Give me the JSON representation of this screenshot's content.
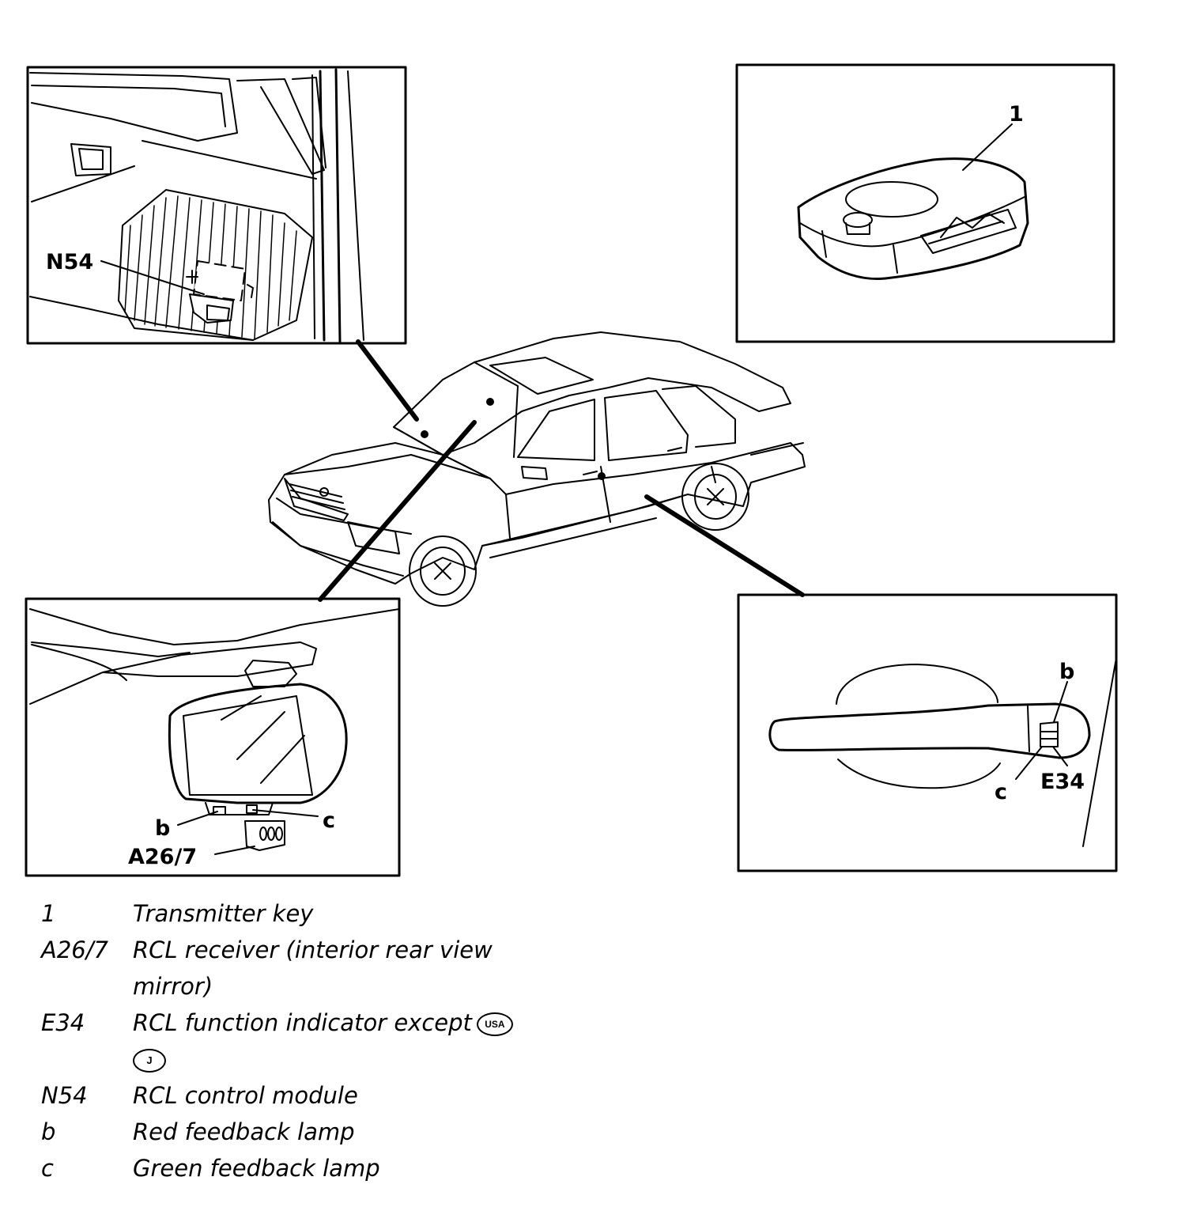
{
  "callouts": {
    "n54": "N54",
    "key": "1",
    "mirror_b": "b",
    "mirror_c": "c",
    "mirror_a26": "A26/7",
    "door_b": "b",
    "door_c": "c",
    "door_e34": "E34"
  },
  "legend": [
    {
      "code": "1",
      "text": "Transmitter key"
    },
    {
      "code": "A26/7",
      "text": "RCL receiver (interior rear view mirror)"
    },
    {
      "code": "E34",
      "text": "RCL function indicator except",
      "badges": [
        "USA",
        "J"
      ]
    },
    {
      "code": "N54",
      "text": "RCL control module"
    },
    {
      "code": "b",
      "text": "Red feedback lamp"
    },
    {
      "code": "c",
      "text": "Green feedback lamp"
    }
  ]
}
